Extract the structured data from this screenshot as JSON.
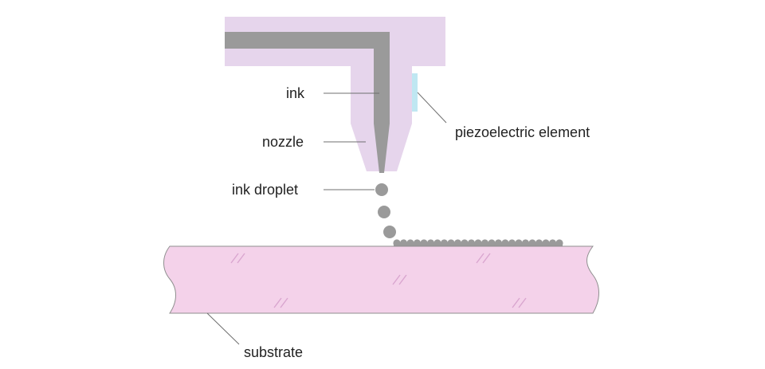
{
  "labels": {
    "ink": "ink",
    "nozzle": "nozzle",
    "ink_droplet": "ink droplet",
    "piezoelectric_element": "piezoelectric element",
    "substrate": "substrate"
  },
  "colors": {
    "housing": "#e6d5ec",
    "ink": "#9a9a9a",
    "piezo": "#bfe7f2",
    "substrate_fill": "#f4d2ea",
    "substrate_edge": "#8f8f8f",
    "hatch": "#d9a6cf",
    "leader": "#6f6f6f"
  }
}
